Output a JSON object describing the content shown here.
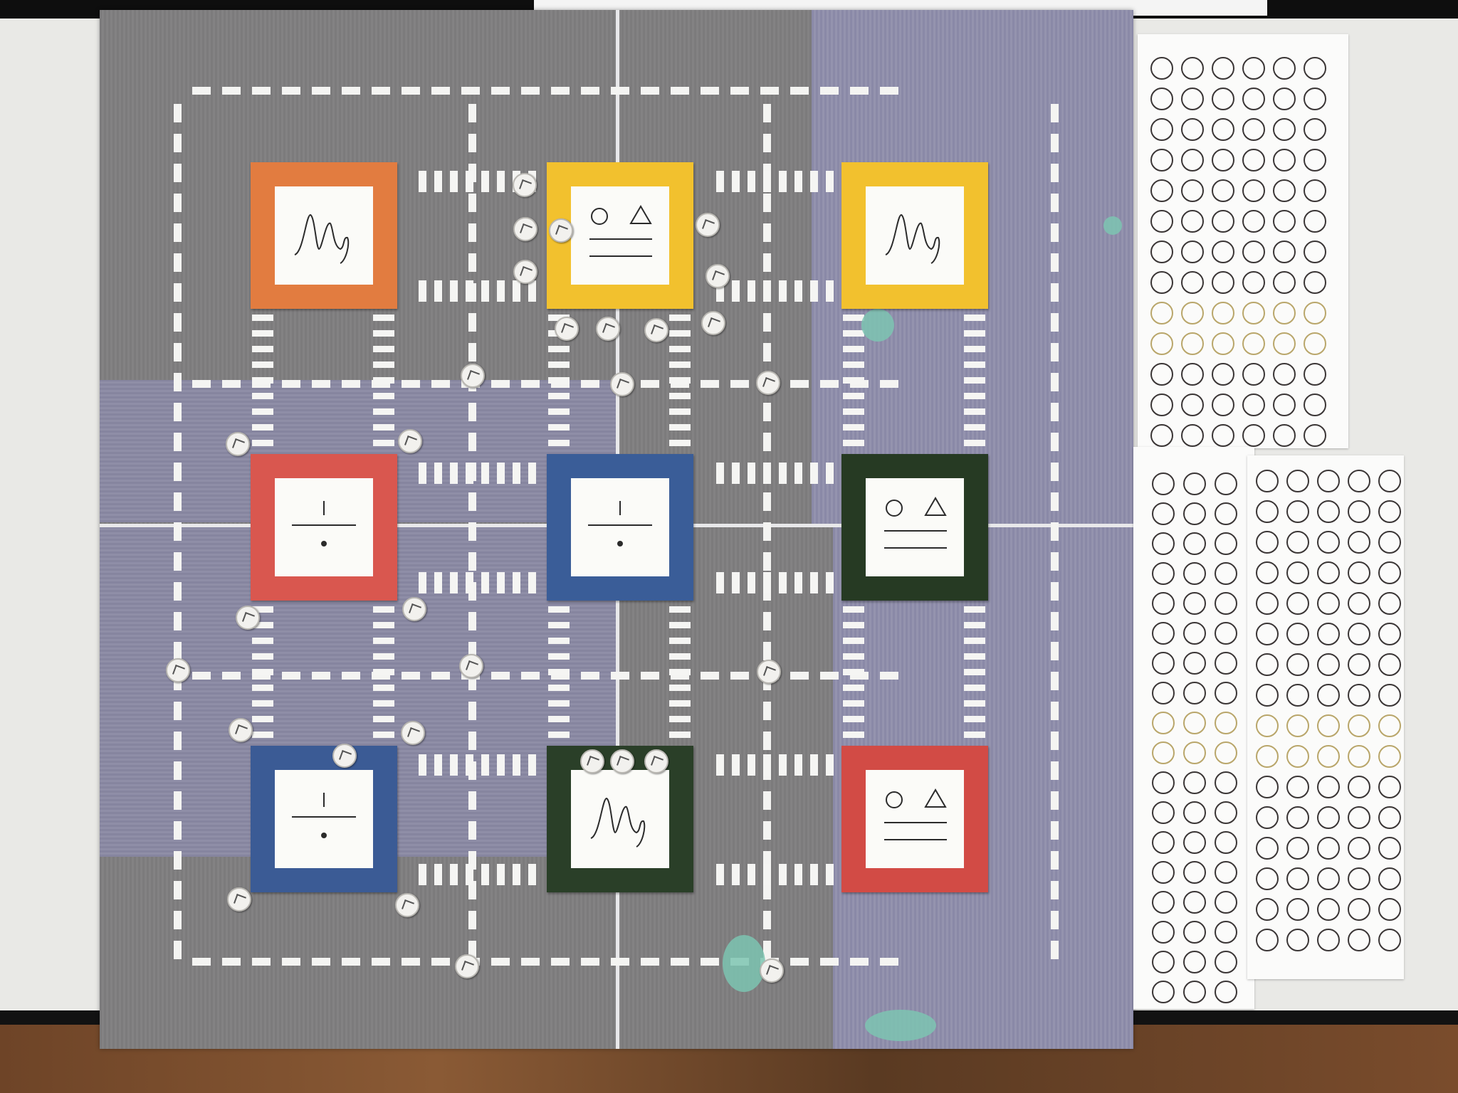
{
  "scene": {
    "description_free": true
  },
  "board": {
    "cards": [
      {
        "row": 0,
        "col": 0,
        "frame": "#e27c40",
        "symbol": "peaks"
      },
      {
        "row": 0,
        "col": 1,
        "frame": "#f2c12e",
        "symbol": "shapes"
      },
      {
        "row": 0,
        "col": 2,
        "frame": "#f2c12e",
        "symbol": "peaks"
      },
      {
        "row": 1,
        "col": 0,
        "frame": "#d9574f",
        "symbol": "fraction"
      },
      {
        "row": 1,
        "col": 1,
        "frame": "#3a5d98",
        "symbol": "fraction"
      },
      {
        "row": 1,
        "col": 2,
        "frame": "#263a23",
        "symbol": "shapes"
      },
      {
        "row": 2,
        "col": 0,
        "frame": "#3b5b95",
        "symbol": "fraction"
      },
      {
        "row": 2,
        "col": 1,
        "frame": "#2a3f28",
        "symbol": "peaks"
      },
      {
        "row": 2,
        "col": 2,
        "frame": "#d24b45",
        "symbol": "shapes"
      }
    ]
  },
  "sticker_sheets": {
    "circle_color": "#3a3535"
  }
}
